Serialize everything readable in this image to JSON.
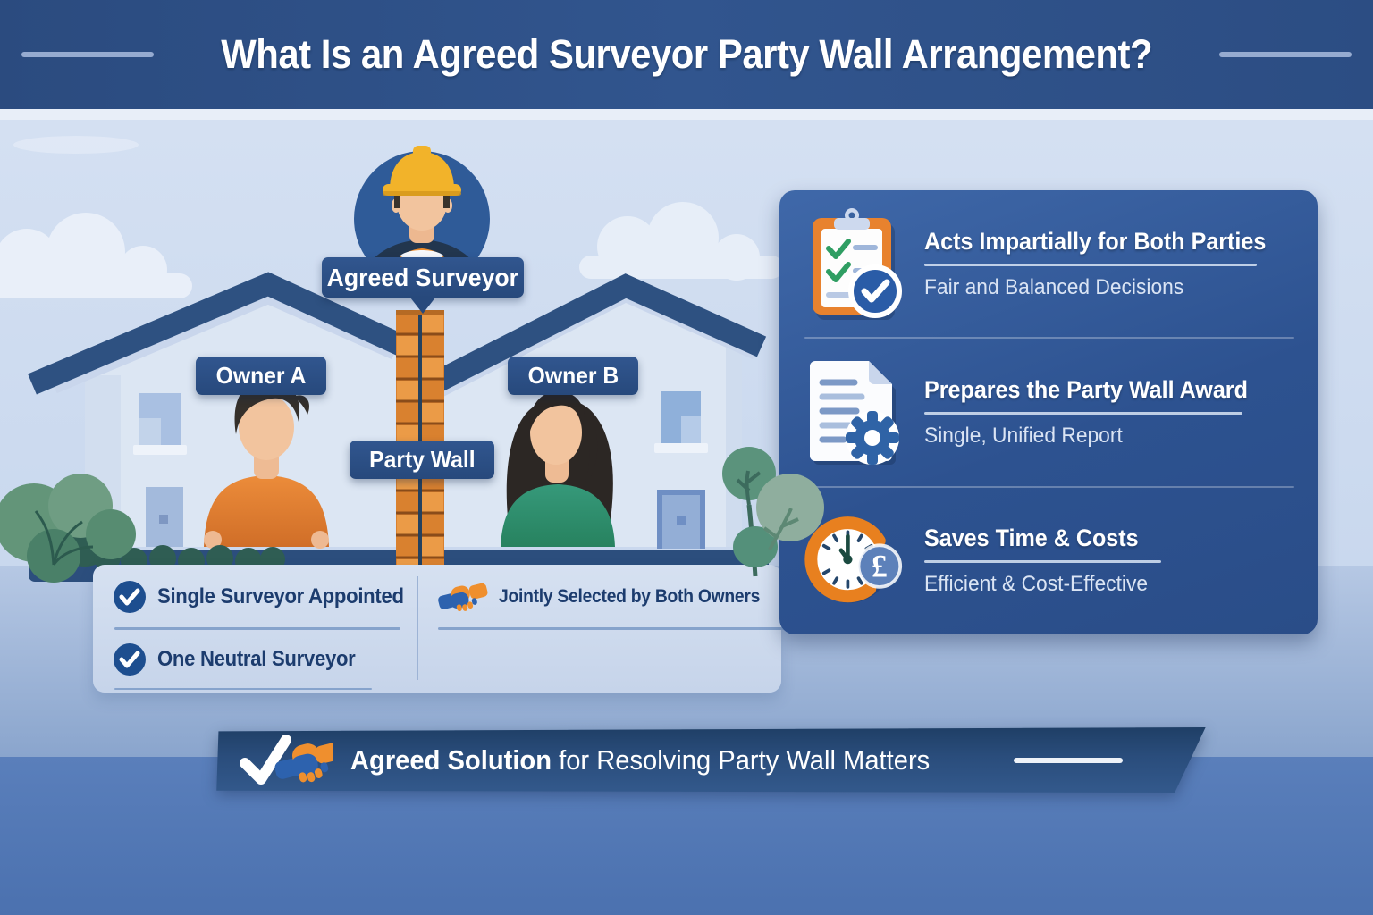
{
  "header": {
    "title": "What Is an Agreed Surveyor Party Wall Arrangement?"
  },
  "scene": {
    "surveyor_chip": "Agreed Surveyor",
    "owner_a_chip": "Owner A",
    "owner_b_chip": "Owner B",
    "party_wall_chip": "Party Wall"
  },
  "checklist_panel": {
    "left_items": [
      {
        "icon": "check-circle-icon",
        "label": "Single Surveyor Appointed"
      },
      {
        "icon": "check-circle-icon",
        "label": "One Neutral Surveyor"
      }
    ],
    "right_item": {
      "icon": "handshake-icon",
      "label": "Jointly Selected by Both Owners"
    }
  },
  "benefits_panel": {
    "items": [
      {
        "icon": "clipboard-check-icon",
        "title": "Acts Impartially for Both Parties",
        "subtitle": "Fair and Balanced Decisions"
      },
      {
        "icon": "document-gear-icon",
        "title": "Prepares the Party Wall Award",
        "subtitle": "Single, Unified Report"
      },
      {
        "icon": "clock-pound-icon",
        "title": "Saves Time & Costs",
        "subtitle": "Efficient & Cost-Effective",
        "currency_symbol": "£"
      }
    ]
  },
  "footer_ribbon": {
    "icon": "check-handshake-icon",
    "highlight": "Agreed Solution",
    "rest": " for Resolving Party Wall Matters"
  },
  "colors": {
    "header_bg": "#2d5088",
    "panel_blue": "#2f5794",
    "accent_orange": "#e8822e",
    "brick_orange": "#d9812f",
    "navy_text": "#1c3c6e",
    "check_green": "#2f9e63",
    "sky": "#cfdcf0"
  }
}
